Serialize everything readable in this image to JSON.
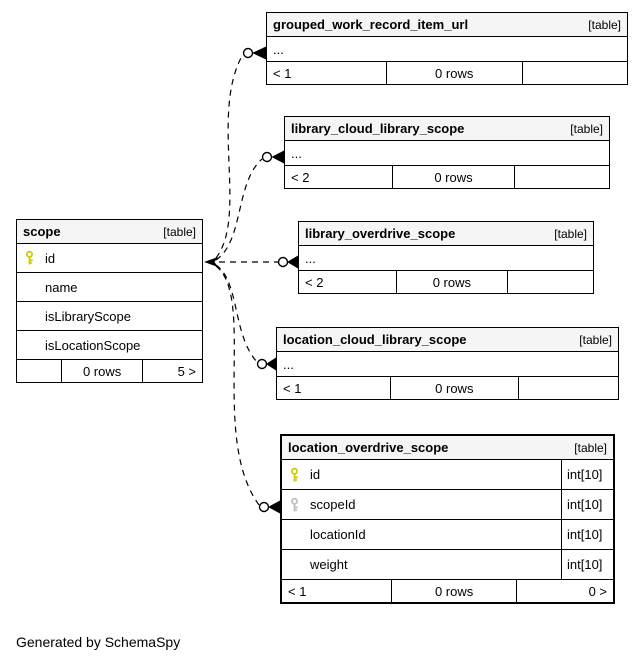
{
  "note": "Generated by SchemaSpy",
  "colors": {
    "header_bg": "#f5f5f5",
    "line": "#000000",
    "primary_key": "#cccc00",
    "foreign_key": "#c0c0c0"
  },
  "tables": {
    "grouped_work_record_item_url": {
      "name": "grouped_work_record_item_url",
      "badge": "[table]",
      "dots": "...",
      "footer": {
        "left": "< 1",
        "center": "0 rows",
        "right": ""
      }
    },
    "library_cloud_library_scope": {
      "name": "library_cloud_library_scope",
      "badge": "[table]",
      "dots": "...",
      "footer": {
        "left": "< 2",
        "center": "0 rows",
        "right": ""
      }
    },
    "library_overdrive_scope": {
      "name": "library_overdrive_scope",
      "badge": "[table]",
      "dots": "...",
      "footer": {
        "left": "< 2",
        "center": "0 rows",
        "right": ""
      }
    },
    "location_cloud_library_scope": {
      "name": "location_cloud_library_scope",
      "badge": "[table]",
      "dots": "...",
      "footer": {
        "left": "< 1",
        "center": "0 rows",
        "right": ""
      }
    },
    "location_overdrive_scope": {
      "name": "location_overdrive_scope",
      "badge": "[table]",
      "columns": [
        {
          "key": "primary",
          "name": "id",
          "type": "int[10]"
        },
        {
          "key": "foreign",
          "name": "scopeId",
          "type": "int[10]"
        },
        {
          "key": "",
          "name": "locationId",
          "type": "int[10]"
        },
        {
          "key": "",
          "name": "weight",
          "type": "int[10]"
        }
      ],
      "footer": {
        "left": "< 1",
        "center": "0 rows",
        "right": "0 >"
      }
    },
    "scope": {
      "name": "scope",
      "badge": "[table]",
      "columns": [
        {
          "key": "primary",
          "name": "id"
        },
        {
          "key": "",
          "name": "name"
        },
        {
          "key": "",
          "name": "isLibraryScope"
        },
        {
          "key": "",
          "name": "isLocationScope"
        }
      ],
      "footer": {
        "left": "",
        "center": "0 rows",
        "right": "5 >"
      }
    }
  },
  "relationships": [
    {
      "from": "scope.id",
      "to": "grouped_work_record_item_url"
    },
    {
      "from": "scope.id",
      "to": "library_cloud_library_scope"
    },
    {
      "from": "scope.id",
      "to": "library_overdrive_scope"
    },
    {
      "from": "scope.id",
      "to": "location_cloud_library_scope"
    },
    {
      "from": "scope.id",
      "to": "location_overdrive_scope.scopeId"
    }
  ]
}
